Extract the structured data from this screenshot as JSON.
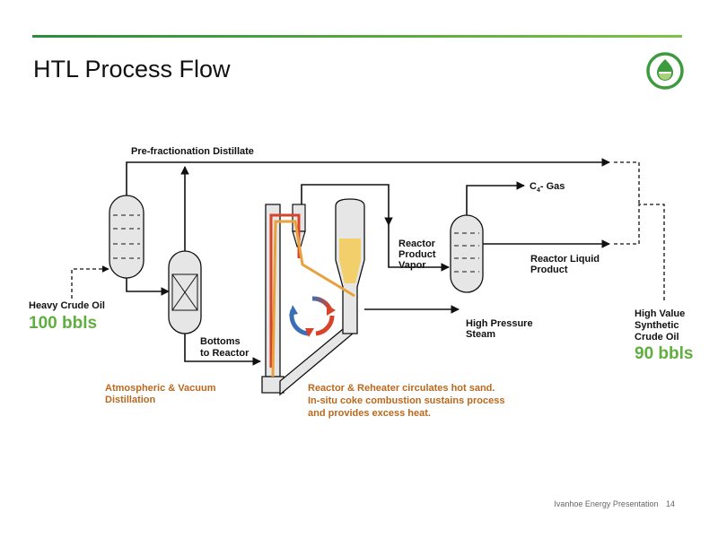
{
  "slide": {
    "title": "HTL Process Flow",
    "footer_text": "Ivanhoe Energy Presentation",
    "page_number": "14",
    "accent_color": "#5fae3e",
    "logo_icon": "ivanhoe-energy-logo-icon"
  },
  "diagram": {
    "pre_fractionation": "Pre-fractionation Distillate",
    "gas": {
      "prefix": "C",
      "subscript": "4",
      "suffix": "- Gas"
    },
    "reactor_product_vapor": [
      "Reactor",
      "Product",
      "Vapor"
    ],
    "reactor_liquid_product": [
      "Reactor Liquid",
      "Product"
    ],
    "heavy_crude_label": "Heavy Crude Oil",
    "heavy_crude_amount": "100 bbls",
    "bottoms_to_reactor": [
      "Bottoms",
      "to Reactor"
    ],
    "high_pressure_steam": [
      "High Pressure",
      "Steam"
    ],
    "atmospheric_vacuum": [
      "Atmospheric & Vacuum",
      "Distillation"
    ],
    "reactor_reheater_note": [
      "Reactor & Reheater circulates hot sand.",
      "In-situ coke combustion sustains process",
      "and provides excess heat."
    ],
    "output_label": [
      "High Value",
      "Synthetic",
      "Crude Oil"
    ],
    "output_amount": "90 bbls",
    "colors": {
      "hot_line": "#d8432a",
      "sand_line": "#e9a23b",
      "label_orange": "#b8691f",
      "amount_green": "#5fae3e",
      "vessel_fill": "#e6e6e6",
      "sand_fill": "#f2cf6b"
    }
  }
}
